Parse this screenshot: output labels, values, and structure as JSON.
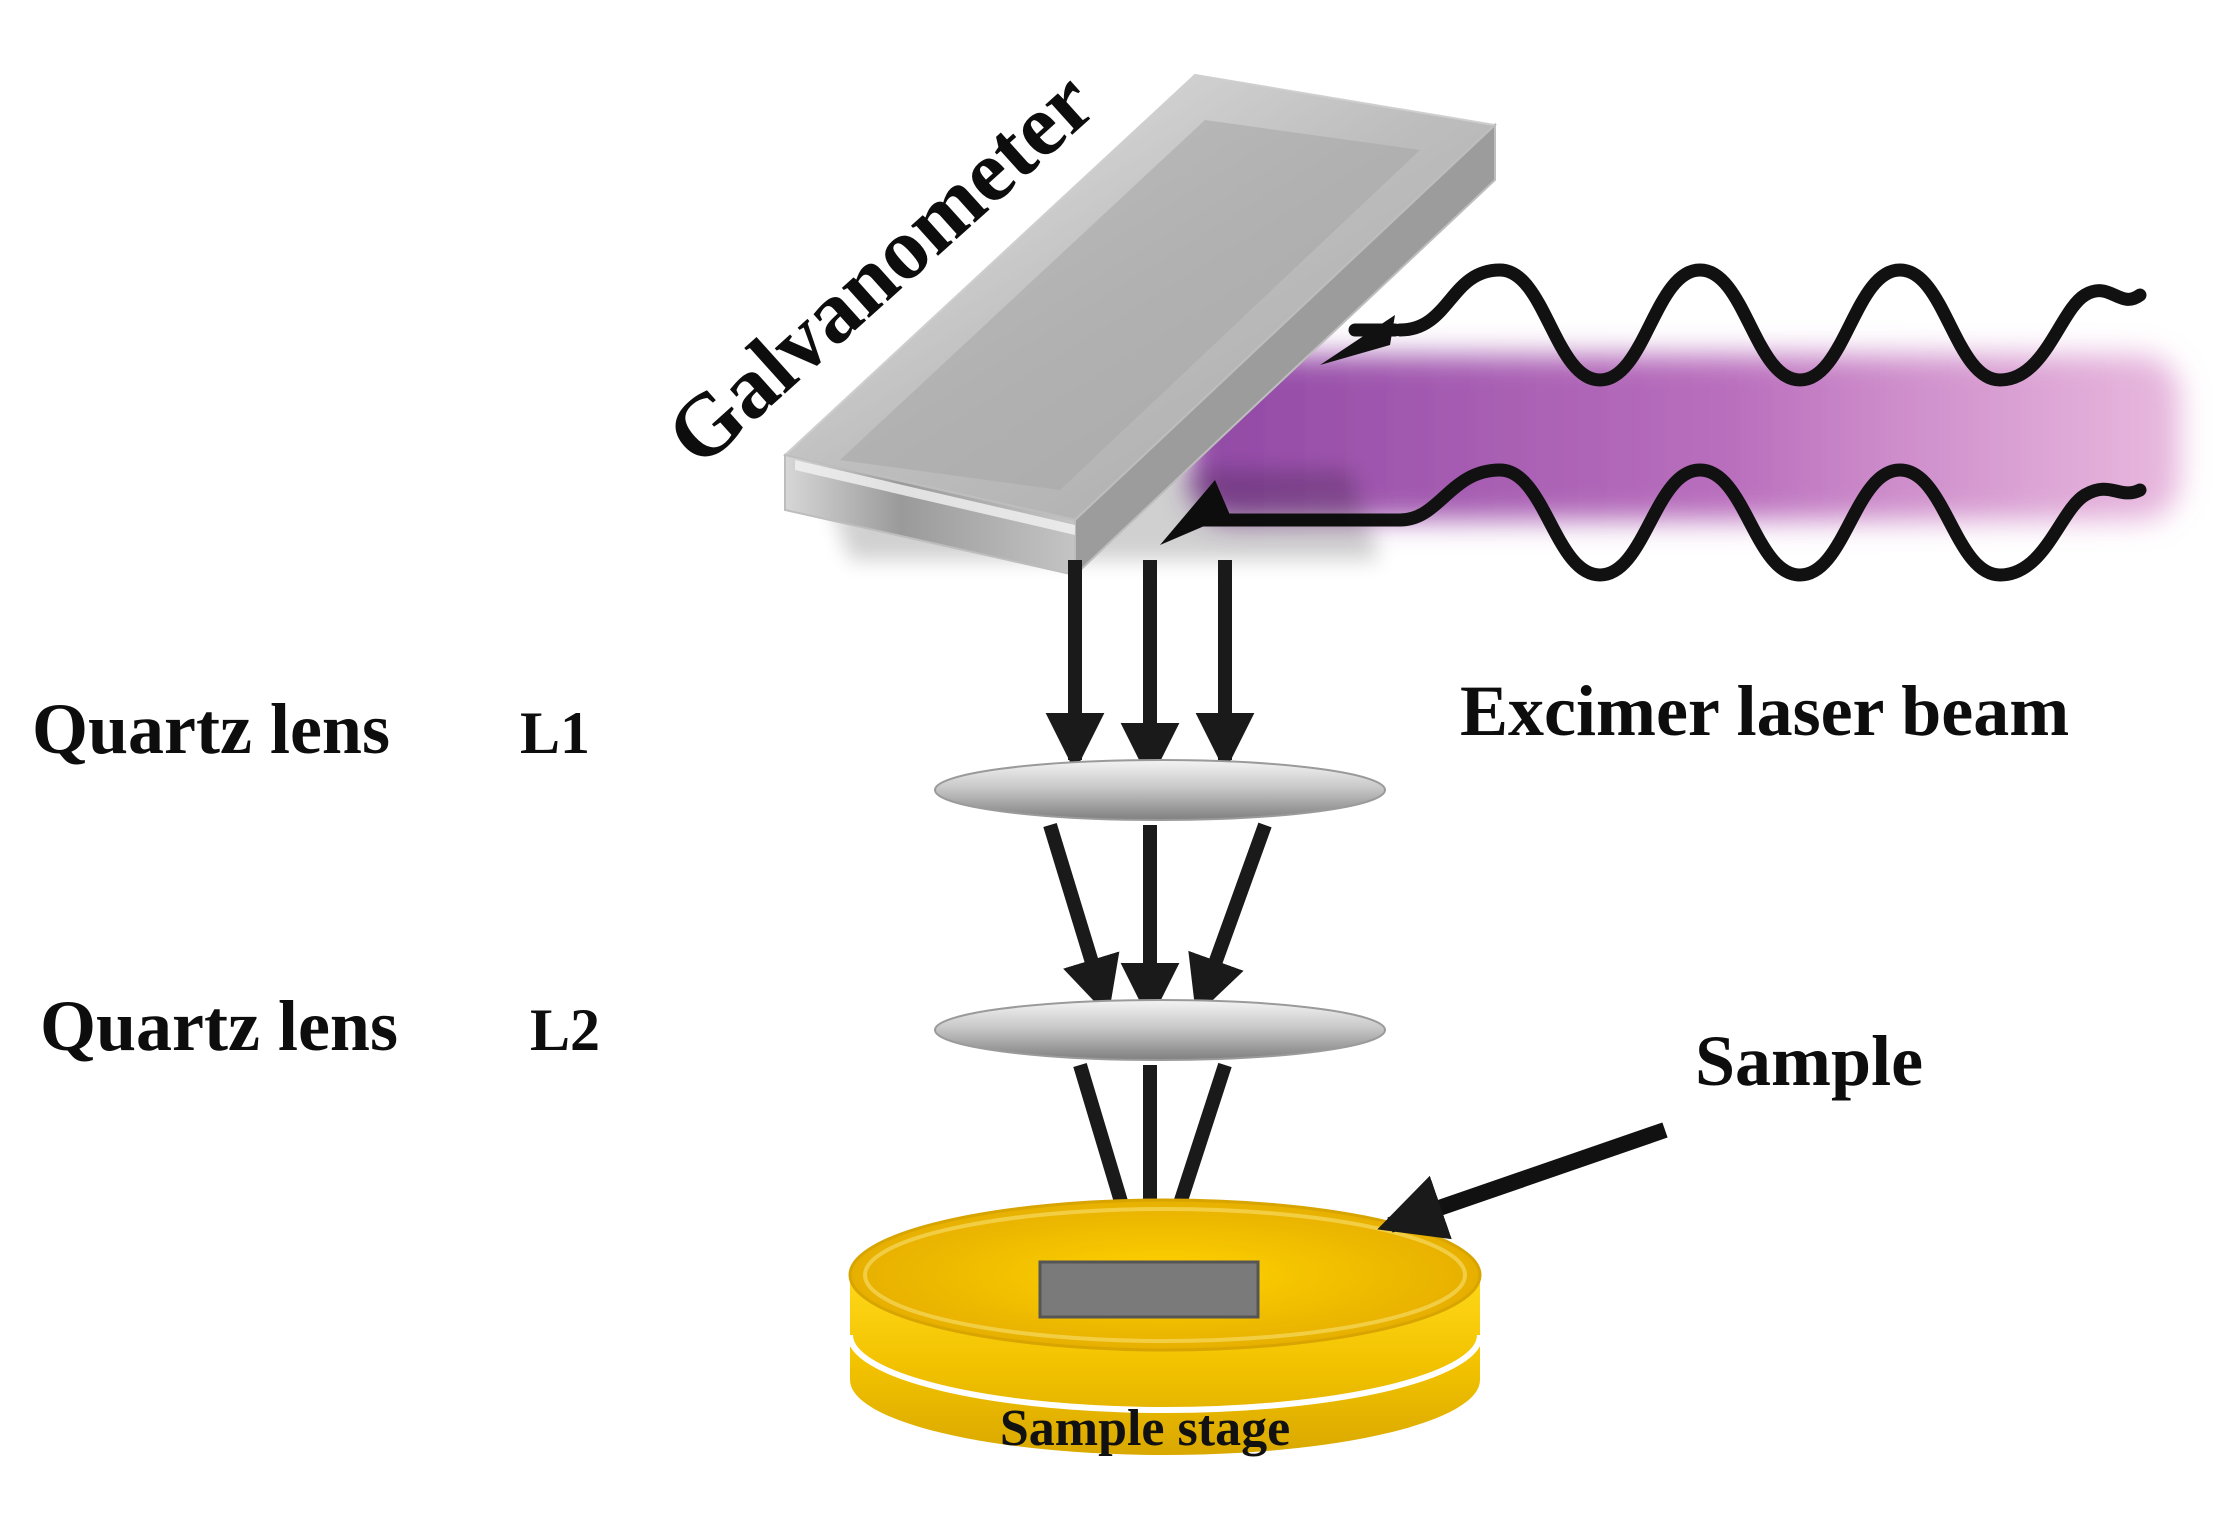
{
  "labels": {
    "galvanometer": "Galvanometer",
    "excimer_beam": "Excimer laser beam",
    "lens1_name": "Quartz lens",
    "lens1_id": "L1",
    "lens2_name": "Quartz lens",
    "lens2_id": "L2",
    "sample": "Sample",
    "sample_stage": "Sample stage"
  },
  "colors": {
    "beam": "#b060b8",
    "stage_yellow": "#f5c400",
    "mirror": "#c8c8c8",
    "arrows": "#1a1a1a"
  }
}
